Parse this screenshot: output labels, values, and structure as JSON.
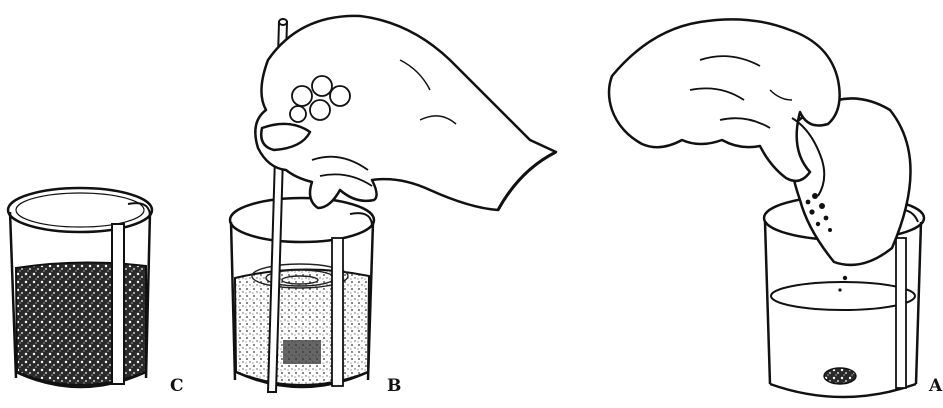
{
  "panels": [
    {
      "label": "C"
    },
    {
      "label": "B"
    },
    {
      "label": "A"
    }
  ]
}
